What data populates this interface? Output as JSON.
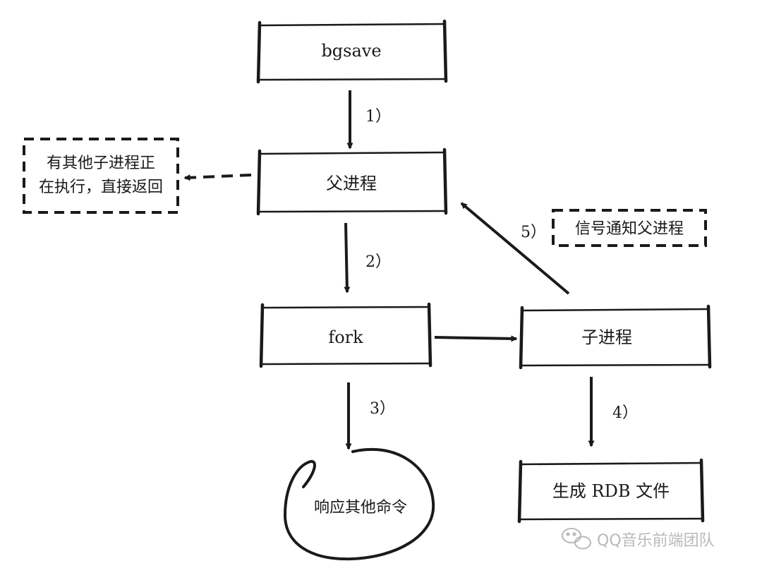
{
  "nodes": {
    "bgsave": "bgsave",
    "parent": "父进程",
    "busy_line1": "有其他子进程正",
    "busy_line2": "在执行，直接返回",
    "fork": "fork",
    "child": "子进程",
    "signal": "信号通知父进程",
    "respond": "响应其他命令",
    "rdb": "生成 RDB 文件"
  },
  "steps": {
    "s1": "1）",
    "s2": "2）",
    "s3": "3）",
    "s4": "4）",
    "s5": "5）"
  },
  "watermark": {
    "text": "QQ音乐前端团队",
    "icon": "wechat-icon"
  },
  "colors": {
    "ink": "#1a1a1a",
    "watermark": "#b9b9b9"
  }
}
